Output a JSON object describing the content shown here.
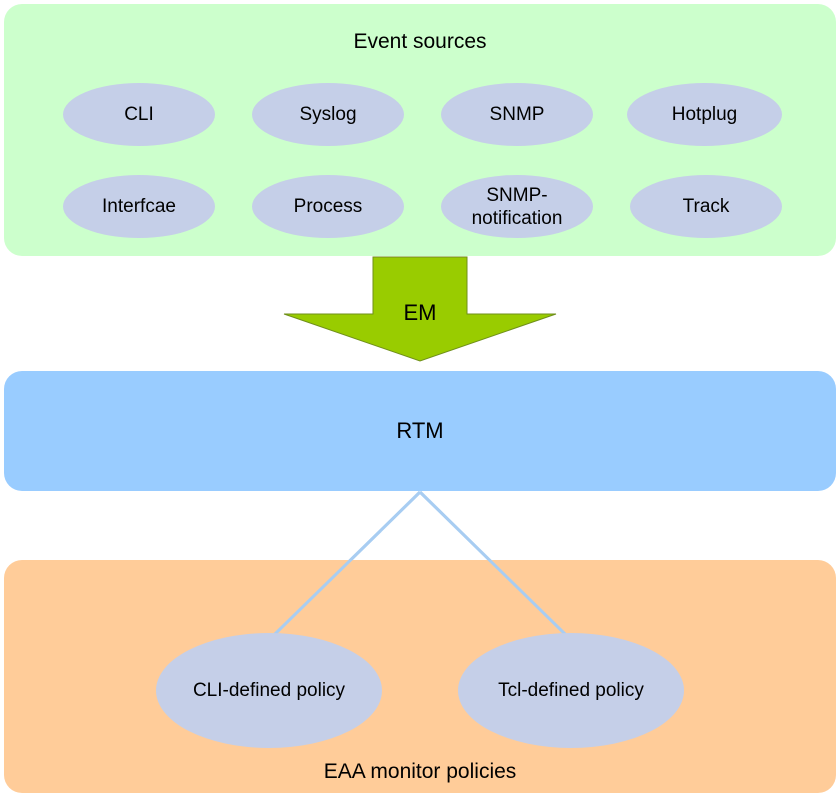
{
  "diagram": {
    "event_sources": {
      "title": "Event sources",
      "color": "#ccffcc",
      "ellipse_color": "#c5cfe8",
      "items": [
        {
          "label": "CLI"
        },
        {
          "label": "Syslog"
        },
        {
          "label": "SNMP"
        },
        {
          "label": "Hotplug"
        },
        {
          "label": "Interfcae"
        },
        {
          "label": "Process"
        },
        {
          "label": "SNMP-\nnotification"
        },
        {
          "label": "Track"
        }
      ]
    },
    "em_arrow": {
      "label": "EM",
      "color": "#99cc00"
    },
    "rtm": {
      "label": "RTM",
      "color": "#99ccff"
    },
    "eaa": {
      "title": "EAA monitor policies",
      "color": "#ffcc99",
      "ellipse_color": "#c5cfe8",
      "policies": [
        {
          "label": "CLI-defined policy"
        },
        {
          "label": "Tcl-defined policy"
        }
      ]
    },
    "connector_color": "#a8cdf2"
  }
}
